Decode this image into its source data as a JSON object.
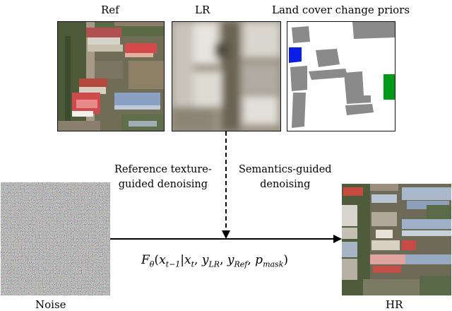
{
  "labels": {
    "ref": "Ref",
    "lr": "LR",
    "priors": "Land cover change priors",
    "noise": "Noise",
    "hr": "HR"
  },
  "captions": {
    "reference_line1": "Reference texture-",
    "reference_line2": "guided denoising",
    "semantics_line1": "Semantics-guided",
    "semantics_line2": "denoising"
  },
  "formula": {
    "fn": "F",
    "fn_sub": "θ",
    "open": "(",
    "x_prev": "x",
    "x_prev_sub": "t−1",
    "bar": "|",
    "x_t": "x",
    "x_t_sub": "t",
    "sep1": ", ",
    "y_lr": "y",
    "y_lr_sub": "LR",
    "sep2": ", ",
    "y_ref": "y",
    "y_ref_sub": "Ref",
    "sep3": ", ",
    "p_mask": "p",
    "p_mask_sub": "mask",
    "close": ")"
  },
  "colors": {
    "prior_building": "#8a8a8a",
    "prior_water": "#0a1ee6",
    "prior_vegetation": "#009a16",
    "prior_background": "#ffffff"
  }
}
